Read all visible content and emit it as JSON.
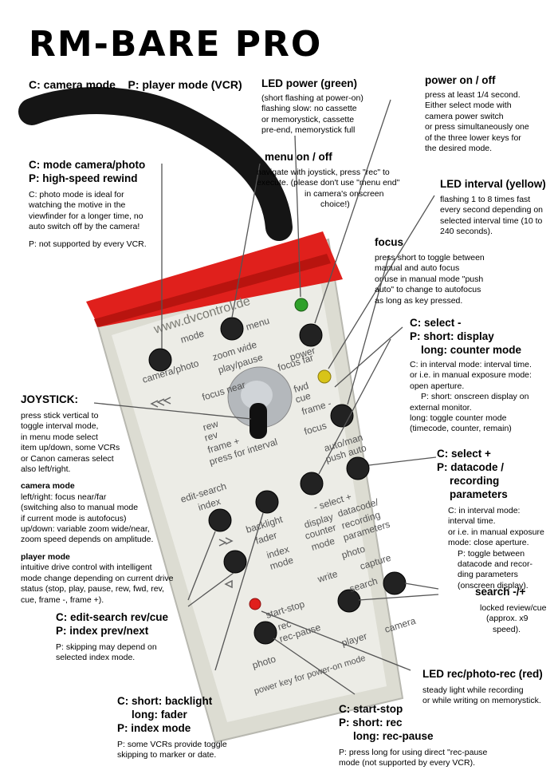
{
  "title": "RM-BARE PRO",
  "device": {
    "url": "www.dvcontrol.de",
    "labels": {
      "mode": "mode",
      "camera_photo": "camera/photo",
      "menu": "menu",
      "zoom_wide": "zoom wide",
      "play_pause": "play/pause",
      "power": "power",
      "focus_far": "focus far",
      "focus_near": "focus near",
      "rew": "rew",
      "fwd": "fwd",
      "cue": "cue",
      "frame_minus": "frame -",
      "focus": "focus",
      "rev": "rev",
      "frame_plus": "frame +",
      "press_for_interval": "press for interval",
      "auto_man": "auto/man",
      "push_auto": "push auto",
      "edit_search": "edit-search",
      "index": "index",
      "select": "- select +",
      "backlight": "backlight",
      "fader": "fader",
      "display": "display",
      "datacode": "datacode/",
      "counter": "counter",
      "recording": "recording",
      "mode2": "mode",
      "parameters": "parameters",
      "index_mode": "index",
      "index_mode2": "mode",
      "photo": "photo",
      "capture": "capture",
      "write": "write",
      "search": "search",
      "start_stop": "start-stop",
      "rec": "rec",
      "rec_pause": "rec-pause",
      "player": "player",
      "camera": "camera",
      "photo2": "photo",
      "power_key": "power key for power-on mode"
    }
  },
  "annotations": {
    "modes": "C: camera mode    P: player mode (VCR)",
    "led_power": {
      "head": "LED power (green)",
      "lines": [
        "(short flashing at power-on)",
        "flashing slow: no cassette",
        "or memorystick, cassette",
        "pre-end, memorystick full"
      ]
    },
    "power": {
      "head": "power on / off",
      "lines": [
        "press at least 1/4 second.",
        "Either select mode with",
        "camera power switch",
        "or press simultaneously one",
        "of the three lower keys for",
        "the desired mode."
      ]
    },
    "mode_cam": {
      "head1": "C: mode camera/photo",
      "head2": "P: high-speed rewind",
      "lines": [
        "C: photo mode is ideal for",
        "watching the motive in the",
        "viewfinder for a longer time, no",
        "auto switch off by the camera!"
      ],
      "note": "P: not supported by every VCR."
    },
    "menu": {
      "head": "menu on / off",
      "lines": [
        "navigate with joystick, press \"rec\" to",
        "execute. (please don't use \"menu end\"",
        "in camera's onscreen",
        "choice!)"
      ]
    },
    "led_interval": {
      "head": "LED interval (yellow)",
      "lines": [
        "flashing 1 to 8 times fast",
        "every second depending on",
        "selected interval time (10 to",
        "240 seconds)."
      ]
    },
    "focus": {
      "head": "focus",
      "lines": [
        "press short to toggle between",
        "manual and auto focus",
        "or use in manual mode \"push",
        "auto\" to change to autofocus",
        "as long as key pressed."
      ]
    },
    "select_minus": {
      "head1": "C: select -",
      "head2": "P: short: display",
      "head3": "long: counter mode",
      "lines": [
        "C: in interval mode: interval time.",
        "or i.e. in manual exposure mode:",
        "open aperture."
      ],
      "lines2": [
        "P: short: onscreen display on",
        "external monitor.",
        "long: toggle counter mode",
        "(timecode, counter, remain)"
      ]
    },
    "joystick": {
      "head": "JOYSTICK:",
      "lines": [
        "press stick vertical to",
        "toggle interval mode,",
        "in menu mode select",
        "item up/down, some VCRs",
        "or Canon cameras select",
        "also left/right."
      ],
      "cam_head": "camera mode",
      "cam_lines": [
        "left/right: focus near/far",
        "(switching also to manual mode",
        "if current mode is autofocus)",
        "up/down: variable zoom wide/near,",
        "zoom speed depends on amplitude."
      ],
      "player_head": "player mode",
      "player_lines": [
        "intuitive drive control with intelligent",
        "mode change depending on current drive",
        "status (stop, play, pause, rew, fwd, rev,",
        "cue, frame -, frame +)."
      ]
    },
    "select_plus": {
      "head1": "C: select +",
      "head2": "P: datacode /",
      "head3": "recording parameters",
      "lines": [
        "C: in interval mode:",
        "interval time.",
        "or i.e. in manual exposure",
        "mode: close aperture."
      ],
      "lines2": [
        "P: toggle between",
        "datacode and recor-",
        "ding parameters",
        "(onscreen display)."
      ]
    },
    "search": {
      "head": "search -/+",
      "lines": [
        "locked review/cue",
        "(approx. x9",
        "speed)."
      ]
    },
    "edit_search": {
      "head1": "C: edit-search rev/cue",
      "head2": "P: index prev/next",
      "lines": [
        "P: skipping may depend on",
        "selected index mode."
      ]
    },
    "led_rec": {
      "head": "LED rec/photo-rec (red)",
      "lines": [
        "steady light while recording",
        "or while writing on memorystick."
      ]
    },
    "backlight": {
      "head1": "C: short: backlight",
      "head2": "long: fader",
      "head3": "P: index mode",
      "lines": [
        "P: some VCRs provide toggle",
        "skipping to marker or date."
      ]
    },
    "start_stop": {
      "head1": "C: start-stop",
      "head2": "P: short: rec",
      "head3": "long: rec-pause",
      "lines": [
        "P: press long for using direct \"rec-pause",
        "mode (not supported by every VCR)."
      ]
    }
  },
  "colors": {
    "case": "#e4e4dc",
    "red_cap": "#e0201c",
    "led_green": "#2fa02a",
    "led_yellow": "#d8c418",
    "led_red": "#e0201c",
    "cable": "#151515"
  }
}
